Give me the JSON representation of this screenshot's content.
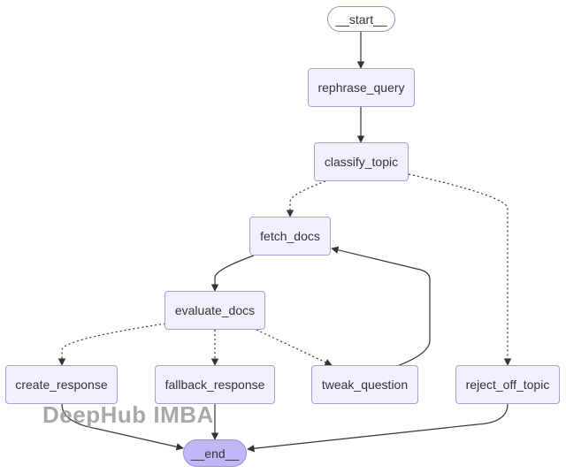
{
  "nodes": {
    "start": "__start__",
    "rephrase_query": "rephrase_query",
    "classify_topic": "classify_topic",
    "fetch_docs": "fetch_docs",
    "evaluate_docs": "evaluate_docs",
    "create_response": "create_response",
    "fallback_response": "fallback_response",
    "tweak_question": "tweak_question",
    "reject_off_topic": "reject_off_topic",
    "end": "__end__"
  },
  "edges": [
    {
      "from": "start",
      "to": "rephrase_query",
      "style": "solid"
    },
    {
      "from": "rephrase_query",
      "to": "classify_topic",
      "style": "solid"
    },
    {
      "from": "classify_topic",
      "to": "fetch_docs",
      "style": "dotted"
    },
    {
      "from": "classify_topic",
      "to": "reject_off_topic",
      "style": "dotted"
    },
    {
      "from": "fetch_docs",
      "to": "evaluate_docs",
      "style": "solid"
    },
    {
      "from": "evaluate_docs",
      "to": "create_response",
      "style": "dotted"
    },
    {
      "from": "evaluate_docs",
      "to": "fallback_response",
      "style": "dotted"
    },
    {
      "from": "evaluate_docs",
      "to": "tweak_question",
      "style": "dotted"
    },
    {
      "from": "tweak_question",
      "to": "fetch_docs",
      "style": "solid"
    },
    {
      "from": "create_response",
      "to": "end",
      "style": "solid"
    },
    {
      "from": "fallback_response",
      "to": "end",
      "style": "solid"
    },
    {
      "from": "reject_off_topic",
      "to": "end",
      "style": "solid"
    }
  ],
  "colors": {
    "node_fill": "#f2f0ff",
    "node_border": "#a99ed6",
    "end_fill": "#c2b6f7",
    "edge": "#333333"
  },
  "watermark": "DeepHub IMBA"
}
